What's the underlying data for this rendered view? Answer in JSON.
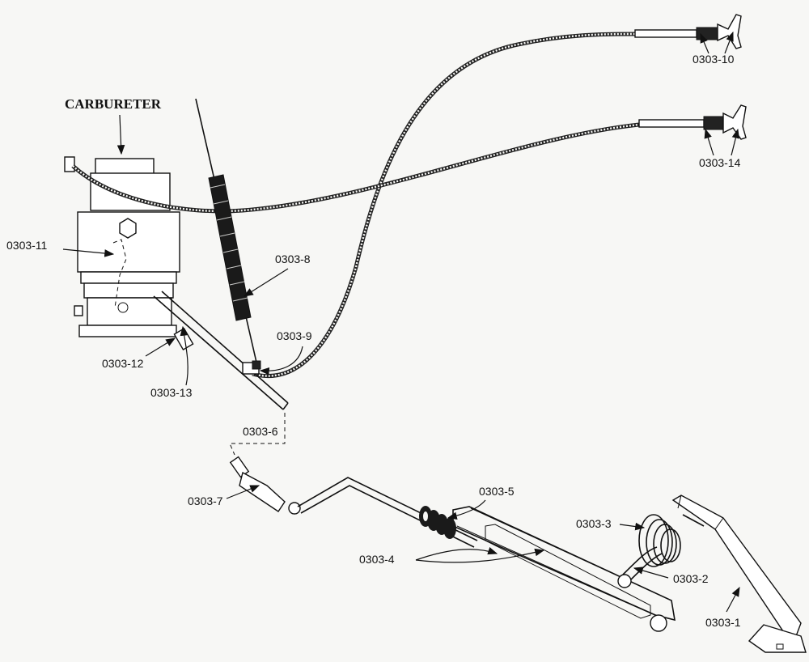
{
  "title": "CARBURETER",
  "labels": {
    "p1": "0303-1",
    "p2": "0303-2",
    "p3": "0303-3",
    "p4": "0303-4",
    "p5": "0303-5",
    "p6": "0303-6",
    "p7": "0303-7",
    "p8": "0303-8",
    "p9": "0303-9",
    "p10": "0303-10",
    "p11": "0303-11",
    "p12": "0303-12",
    "p13": "0303-13",
    "p14": "0303-14"
  }
}
